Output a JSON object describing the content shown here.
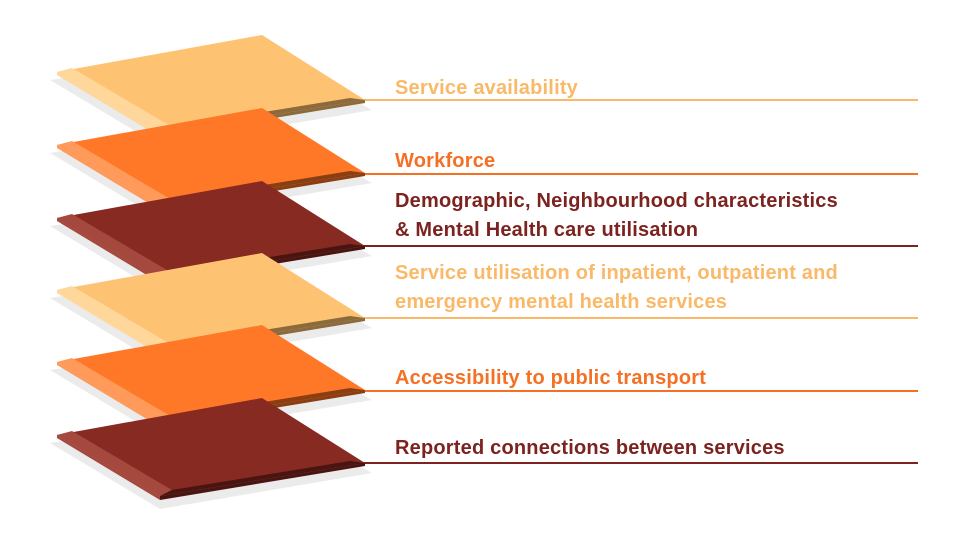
{
  "layers": [
    {
      "lines": [
        "Service availability"
      ],
      "color": "#F9B968",
      "top": "#FDC373",
      "dark": "#8C6A3C",
      "light": "#FFD79A"
    },
    {
      "lines": [
        "Workforce"
      ],
      "color": "#F47025",
      "top": "#FF7828",
      "dark": "#8A3E12",
      "light": "#FF9A5A"
    },
    {
      "lines": [
        "Demographic, Neighbourhood characteristics",
        "& Mental Health care utilisation"
      ],
      "color": "#7C2320",
      "top": "#862A22",
      "dark": "#4A1410",
      "light": "#A5483E"
    },
    {
      "lines": [
        "Service utilisation of inpatient, outpatient and",
        "emergency mental health services"
      ],
      "color": "#F9B968",
      "top": "#FDC373",
      "dark": "#8C6A3C",
      "light": "#FFD79A"
    },
    {
      "lines": [
        "Accessibility to public transport"
      ],
      "color": "#F47025",
      "top": "#FF7828",
      "dark": "#8A3E12",
      "light": "#FF9A5A"
    },
    {
      "lines": [
        "Reported connections between services"
      ],
      "color": "#7C2320",
      "top": "#862A22",
      "dark": "#4A1410",
      "light": "#A5483E"
    }
  ]
}
